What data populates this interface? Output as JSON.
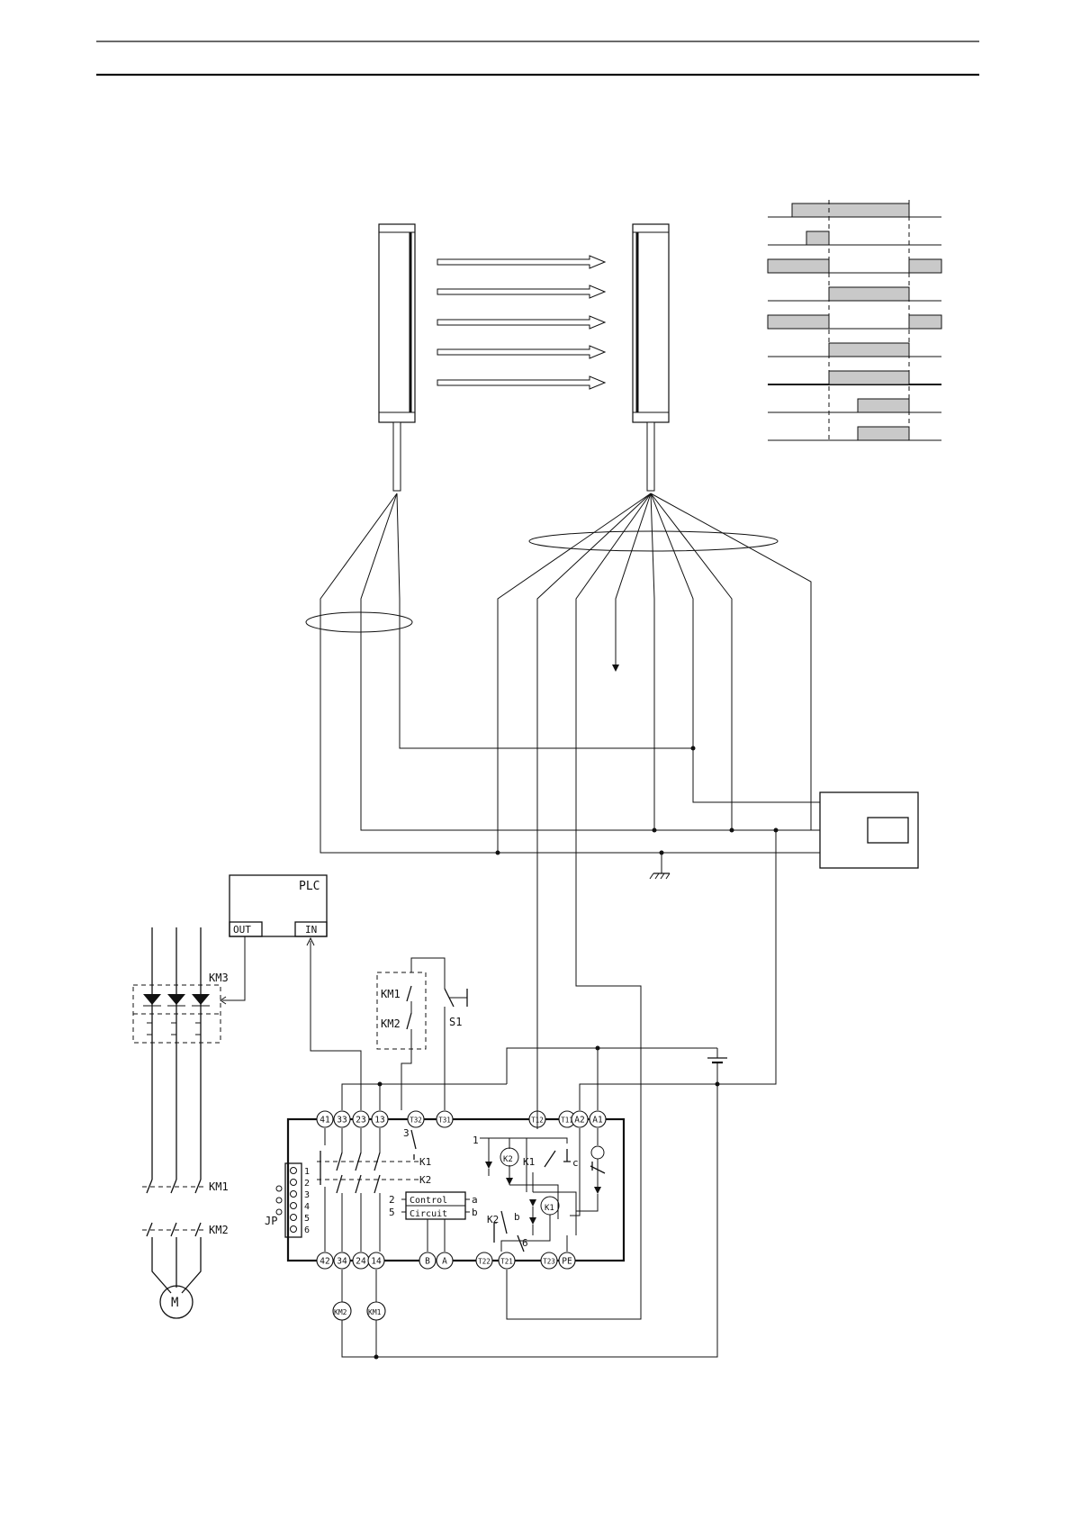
{
  "plc": {
    "title": "PLC",
    "out_label": "OUT",
    "in_label": "IN"
  },
  "labels": {
    "km3": "KM3",
    "km1": "KM1",
    "km2": "KM2",
    "s1": "S1",
    "k1": "K1",
    "k2": "K2",
    "jp": "JP",
    "motor": "M",
    "control_line1": "Control",
    "control_line2": "Circuit",
    "coil_km1": "KM1",
    "coil_km2": "KM2",
    "coil_k1": "K1",
    "coil_k2": "K2"
  },
  "terminals_top": [
    "41",
    "33",
    "23",
    "13",
    "T32",
    "T31",
    "T12",
    "T11",
    "A2",
    "A1"
  ],
  "terminals_bottom": [
    "42",
    "34",
    "24",
    "14",
    "B",
    "A",
    "T22",
    "T21",
    "T23",
    "PE"
  ],
  "jp_pins": [
    "1",
    "2",
    "3",
    "4",
    "5",
    "6"
  ],
  "circuit_marks": {
    "m1": "1",
    "m2": "2",
    "m5": "5",
    "m6": "6",
    "ma": "a",
    "mb": "b",
    "mc": "c",
    "mb2": "b",
    "m3": "3"
  },
  "timing_rows": 9
}
